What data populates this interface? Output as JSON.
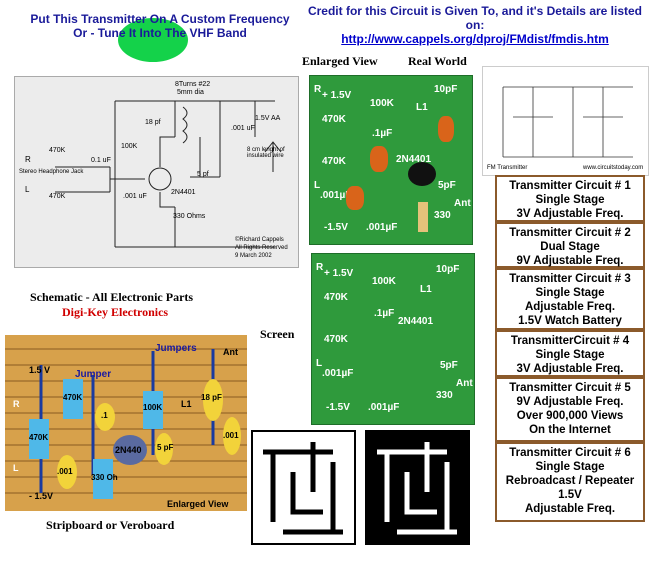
{
  "header": {
    "title_line1": "Put This Transmitter On A Custom Frequency",
    "title_line2": "Or - Tune It Into The VHF Band",
    "credit_line": "Credit for this Circuit is Given To, and it's Details are listed on:",
    "url": "http://www.cappels.org/dproj/FMdist/fmdis.htm"
  },
  "labels": {
    "enlarged_view": "Enlarged View",
    "real_world": "Real World",
    "schematic_parts": "Schematic - All Electronic Parts",
    "digikey": "Digi-Key Electronics",
    "screen": "Screen",
    "stripboard": "Stripboard or Veroboard",
    "enlarged_view_small": "Enlarged View"
  },
  "schematic": {
    "coil": "8Turns #22",
    "coil2": "5mm dia",
    "c18": "18 pf",
    "r100k": "100K",
    "c001a": ".001 uF",
    "bat": "1.5V AA",
    "r470a": "470K",
    "r470b": "470K",
    "c01": "0.1 uF",
    "jack": "Stereo Headphone Jack",
    "c5": "5 pf",
    "tr": "2N4401",
    "ant": "8 cm lenght of insulated wire",
    "c001b": ".001 uF",
    "r330": "330 Ohms",
    "R": "R",
    "L": "L",
    "credit1": "©Richard Cappels",
    "credit2": "All Rights Reserved",
    "credit3": "9 March 2002"
  },
  "pcb": {
    "plus": "+ 1.5V",
    "r100k": "100K",
    "c10pf": "10pF",
    "R": "R",
    "r470a": "470K",
    "l1": "L1",
    "c1uf": ".1µF",
    "r470b": "470K",
    "tr": "2N4401",
    "c001a": ".001µF",
    "c5pf": "5pF",
    "L": "L",
    "r330": "330",
    "ant": "Ant",
    "minus": "-1.5V",
    "c001b": ".001µF"
  },
  "stripboard": {
    "jumpers": "Jumpers",
    "jumper": "Jumper",
    "ant": "Ant",
    "plus": "1.5 V",
    "R": "R",
    "L": "L",
    "minus": "- 1.5V",
    "r470a": "470K",
    "r470b": "470K",
    "c01": ".1",
    "r100k": "100K",
    "l1": "L1",
    "c18": "18 pF",
    "tr": "2N440",
    "c5": "5 pF",
    "c001a": ".001",
    "c001b": ".001",
    "r330": "330 Oh"
  },
  "thumb": {
    "caption": "FM Transmitter",
    "site": "www.circuitstoday.com"
  },
  "circuits": [
    {
      "lines": [
        "Transmitter Circuit # 1",
        "Single Stage",
        "3V Adjustable Freq."
      ]
    },
    {
      "lines": [
        "Transmitter Circuit # 2",
        "Dual Stage",
        "9V  Adjustable Freq."
      ]
    },
    {
      "lines": [
        "Transmitter Circuit # 3",
        "Single Stage",
        "Adjustable Freq.",
        "1.5V Watch Battery"
      ]
    },
    {
      "lines": [
        "TransmitterCircuit # 4",
        "Single Stage",
        "3V Adjustable Freq."
      ]
    },
    {
      "lines": [
        "Transmitter Circuit # 5",
        "9V Adjustable Freq.",
        "Over 900,000 Views",
        "On the Internet"
      ]
    },
    {
      "lines": [
        "Transmitter Circuit # 6",
        "Single Stage",
        "Rebroadcast / Repeater",
        "1.5V",
        "Adjustable Freq."
      ]
    }
  ],
  "colors": {
    "title_blue": "#1a1a99",
    "pcb_green": "#2f9a3c",
    "box_border": "#8b5a2b",
    "highlight_green": "#14d24a",
    "stripboard": "#d7a14b"
  }
}
